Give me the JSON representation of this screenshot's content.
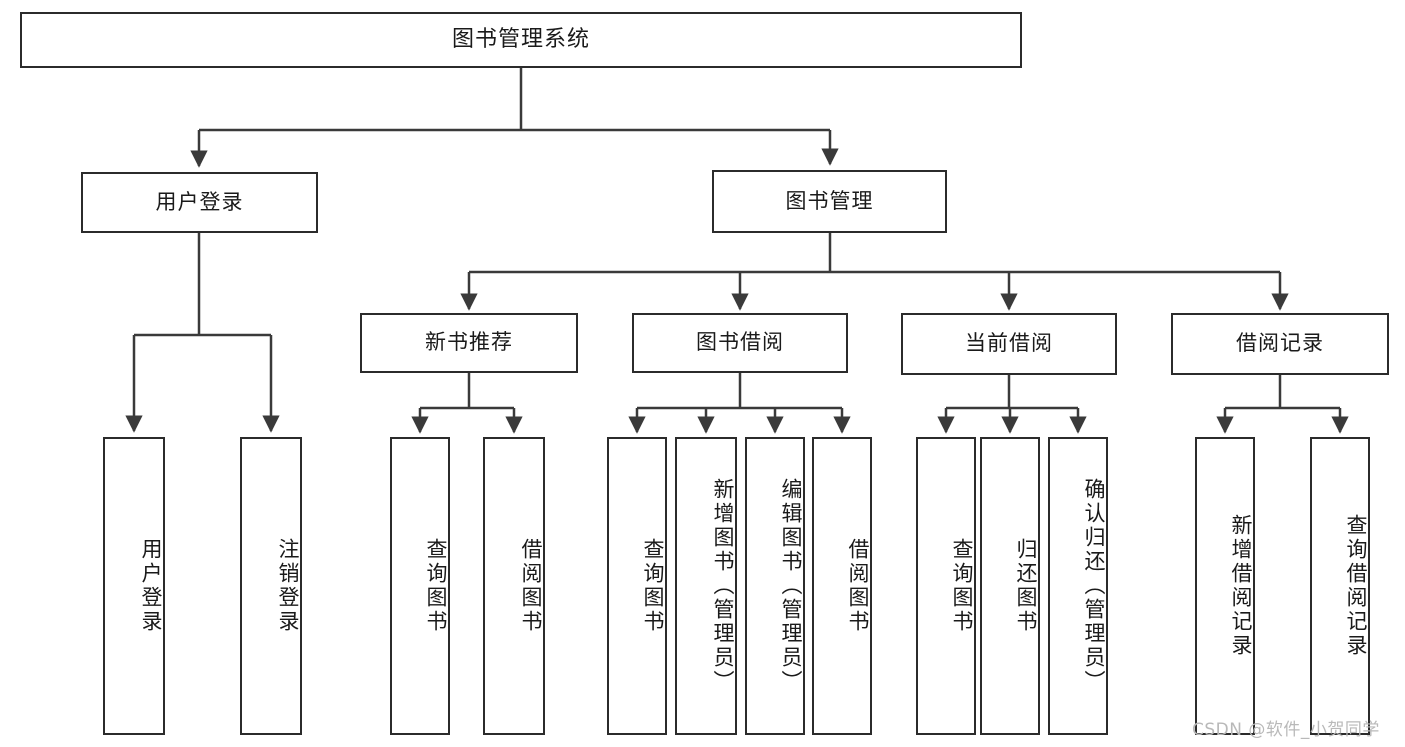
{
  "diagram": {
    "title": "图书管理系统",
    "type": "functional-structure-tree",
    "watermark": "CSDN @软件_小贺同学",
    "colors": {
      "background": "#ffffff",
      "box_border": "#2b2b2b",
      "box_fill": "#ffffff",
      "text": "#1a1a1a",
      "edge": "#3a3a3a",
      "watermark": "#b9b9b9"
    },
    "levels": {
      "root": {
        "label": "图书管理系统"
      },
      "level2": [
        {
          "id": "user-login",
          "label": "用户登录"
        },
        {
          "id": "book-management",
          "label": "图书管理"
        }
      ],
      "level3": [
        {
          "id": "new-book-recommend",
          "label": "新书推荐",
          "parent": "book-management"
        },
        {
          "id": "book-borrow",
          "label": "图书借阅",
          "parent": "book-management"
        },
        {
          "id": "current-borrow",
          "label": "当前借阅",
          "parent": "book-management"
        },
        {
          "id": "borrow-record",
          "label": "借阅记录",
          "parent": "book-management"
        }
      ],
      "leaves": {
        "user-login": [
          {
            "id": "leaf-user-login",
            "label": "用户登录"
          },
          {
            "id": "leaf-user-logout",
            "label": "注销登录"
          }
        ],
        "new-book-recommend": [
          {
            "id": "leaf-query-book-1",
            "label": "查询图书"
          },
          {
            "id": "leaf-borrow-book-1",
            "label": "借阅图书"
          }
        ],
        "book-borrow": [
          {
            "id": "leaf-query-book-2",
            "label": "查询图书"
          },
          {
            "id": "leaf-add-book",
            "label": "新增图书（管理员）"
          },
          {
            "id": "leaf-edit-book",
            "label": "编辑图书（管理员）"
          },
          {
            "id": "leaf-borrow-book-2",
            "label": "借阅图书"
          }
        ],
        "current-borrow": [
          {
            "id": "leaf-query-book-3",
            "label": "查询图书"
          },
          {
            "id": "leaf-return-book",
            "label": "归还图书"
          },
          {
            "id": "leaf-confirm-return",
            "label": "确认归还（管理员）"
          }
        ],
        "borrow-record": [
          {
            "id": "leaf-add-record",
            "label": "新增借阅记录"
          },
          {
            "id": "leaf-query-record",
            "label": "查询借阅记录"
          }
        ]
      }
    }
  }
}
